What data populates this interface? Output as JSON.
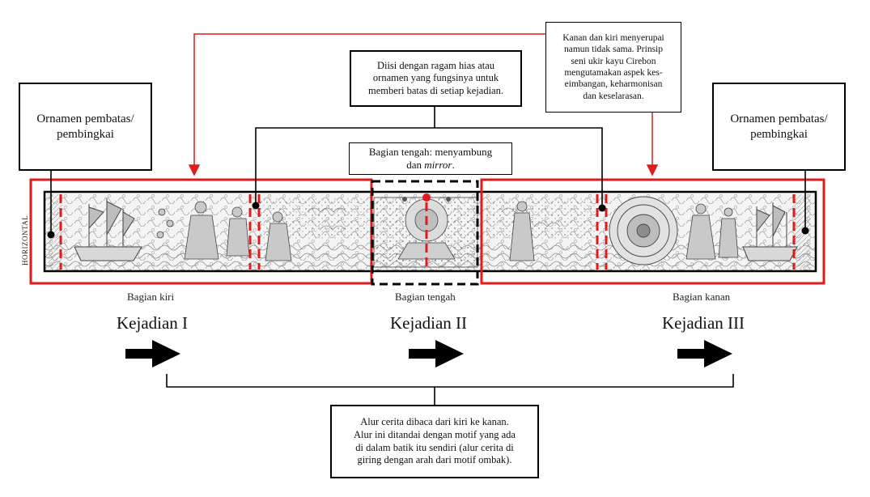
{
  "colors": {
    "annotation_line": "#e01b1b",
    "frame": "#000000",
    "marker": "#e01b1b"
  },
  "labels": {
    "ornament_left": "Ornamen pembatas/\npembingkai",
    "ornament_right": "Ornamen pembatas/\npembingkai",
    "filler": "Diisi dengan ragam hias atau\nornamen yang fungsinya untuk\nmemberi batas di setiap kejadian.",
    "symmetry": "Kanan dan kiri menyerupai\nnamun tidak sama. Prinsip\nseni ukir kayu Cirebon\nmengutamakan aspek kes-\neimbangan, keharmonisan\ndan keselarasan.",
    "middle_prefix": "Bagian tengah: menyambung",
    "middle_conj": "dan ",
    "middle_em": "mirror",
    "middle_dot": ".",
    "flow": "Alur cerita dibaca dari kiri ke kanan.\nAlur ini ditandai dengan motif yang ada\ndi dalam batik itu sendiri (alur cerita di\ngiring dengan arah dari motif ombak).",
    "horizontal": "HORIZONTAL",
    "part_left": "Bagian kiri",
    "part_middle": "Bagian tengah",
    "part_right": "Bagian kanan",
    "event_1": "Kejadian I",
    "event_2": "Kejadian II",
    "event_3": "Kejadian III"
  },
  "icons": [
    "right-arrow-icon",
    "ship-icon",
    "figure-icon",
    "cloud-icon",
    "medallion-icon"
  ]
}
